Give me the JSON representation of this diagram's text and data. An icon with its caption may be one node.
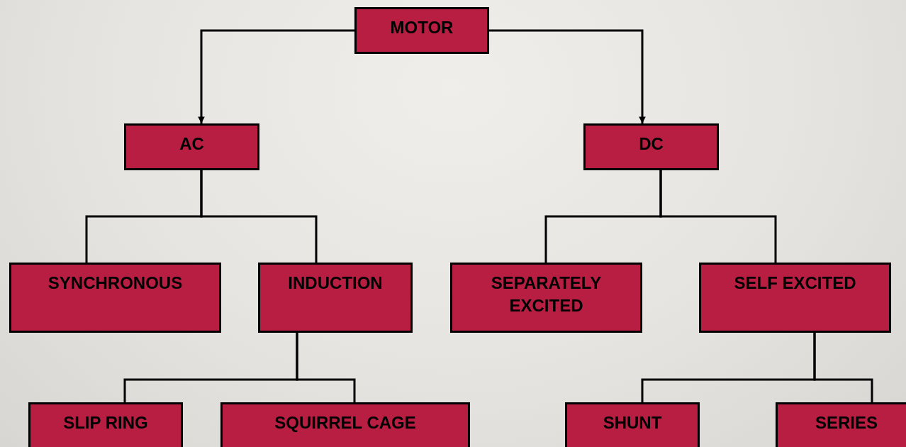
{
  "diagram": {
    "nodes": [
      {
        "text": [
          "MOTOR"
        ]
      },
      {
        "text": [
          "AC"
        ]
      },
      {
        "text": [
          "DC"
        ]
      },
      {
        "text": [
          "SYNCHRONOUS"
        ]
      },
      {
        "text": [
          "INDUCTION"
        ]
      },
      {
        "text": [
          "SEPARATELY EXCITED"
        ]
      },
      {
        "text": [
          "SELF EXCITED"
        ]
      },
      {
        "text": [
          "SLIP RING"
        ]
      },
      {
        "text": [
          "SQUIRREL CAGE"
        ]
      },
      {
        "text": [
          "SHUNT"
        ]
      },
      {
        "text": [
          "SERIES"
        ]
      }
    ],
    "edges": [
      {
        "from": 0,
        "to": 1,
        "arrow": "to"
      },
      {
        "from": 0,
        "to": 2,
        "arrow": "to"
      },
      {
        "from": 1,
        "to": 3,
        "arrow": "none"
      },
      {
        "from": 1,
        "to": 4,
        "arrow": "none"
      },
      {
        "from": 2,
        "to": 5,
        "arrow": "none"
      },
      {
        "from": 2,
        "to": 6,
        "arrow": "none"
      },
      {
        "from": 4,
        "to": 7,
        "arrow": "none"
      },
      {
        "from": 4,
        "to": 8,
        "arrow": "none"
      },
      {
        "from": 6,
        "to": 9,
        "arrow": "none"
      },
      {
        "from": 6,
        "to": 10,
        "arrow": "none"
      }
    ]
  }
}
